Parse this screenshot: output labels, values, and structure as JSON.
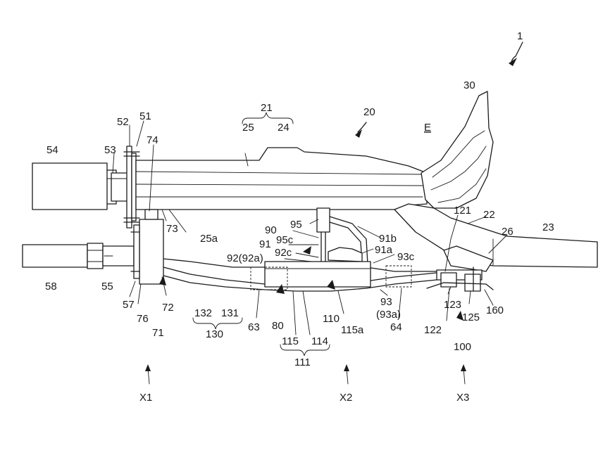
{
  "labels": {
    "l1": "1",
    "l30": "30",
    "l20": "20",
    "lE": "E",
    "l21": "21",
    "l25": "25",
    "l24": "24",
    "l52": "52",
    "l51": "51",
    "l54": "54",
    "l53": "53",
    "l74": "74",
    "l73": "73",
    "l25a": "25a",
    "l95": "95",
    "l90": "90",
    "l95c": "95c",
    "l91": "91",
    "l92c": "92c",
    "l92": "92(92a)",
    "l91b": "91b",
    "l91a": "91a",
    "l93c": "93c",
    "l121": "121",
    "l22": "22",
    "l26": "26",
    "l23": "23",
    "l58": "58",
    "l55": "55",
    "l57": "57",
    "l76": "76",
    "l72": "72",
    "l71": "71",
    "l132": "132",
    "l131": "131",
    "l130": "130",
    "l63": "63",
    "l80": "80",
    "l115": "115",
    "l114": "114",
    "l111": "111",
    "l110": "110",
    "l115a": "115a",
    "l93": "93",
    "l93a": "(93a)",
    "l64": "64",
    "l123": "123",
    "l125": "125",
    "l160": "160",
    "l122": "122",
    "l100": "100",
    "lX1": "X1",
    "lX2": "X2",
    "lX3": "X3"
  }
}
